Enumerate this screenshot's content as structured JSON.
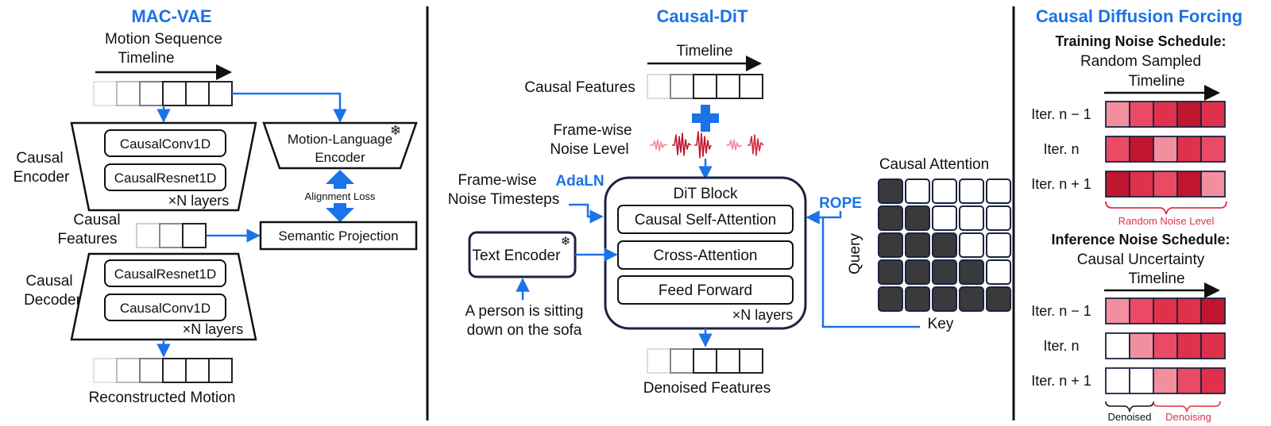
{
  "colors": {
    "accent_blue": "#1a73e8",
    "noise_red": "#e0314a",
    "dark_cell": "#3a3a3c",
    "heat_levels": [
      "#ffffff",
      "#f8c4cc",
      "#f28f9e",
      "#ea4a63",
      "#e0314a",
      "#c0162f"
    ]
  },
  "mac_vae": {
    "title": "MAC-VAE",
    "input_label_line1": "Motion Sequence",
    "input_label_line2": "Timeline",
    "encoder_label_line1": "Causal",
    "encoder_label_line2": "Encoder",
    "encoder_block1": "CausalConv1D",
    "encoder_block2": "CausalResnet1D",
    "encoder_layers": "×N layers",
    "mle_line1": "Motion-Language",
    "mle_line2": "Encoder",
    "frozen_icon": "snowflake-icon",
    "alignment_loss": "Alignment Loss",
    "features_label_line1": "Causal",
    "features_label_line2": "Features",
    "semantic_projection": "Semantic Projection",
    "decoder_label_line1": "Causal",
    "decoder_label_line2": "Decoder",
    "decoder_block1": "CausalResnet1D",
    "decoder_block2": "CausalConv1D",
    "decoder_layers": "×N layers",
    "output_label": "Reconstructed Motion"
  },
  "causal_dit": {
    "title": "Causal-DiT",
    "timeline": "Timeline",
    "causal_features": "Causal Features",
    "noise_level_line1": "Frame-wise",
    "noise_level_line2": "Noise Level",
    "timesteps_line1": "Frame-wise",
    "timesteps_line2": "Noise Timesteps",
    "adaln": "AdaLN",
    "dit_block_title": "DiT Block",
    "block_self_attention": "Causal Self-Attention",
    "block_cross_attention": "Cross-Attention",
    "block_feed_forward": "Feed Forward",
    "dit_layers": "×N layers",
    "text_encoder": "Text Encoder",
    "prompt_line1": "A person is sitting",
    "prompt_line2": "down on the sofa",
    "denoised_features": "Denoised Features",
    "rope": "ROPE",
    "attention_title": "Causal Attention",
    "query_label": "Query",
    "key_label": "Key"
  },
  "forcing": {
    "title": "Causal Diffusion Forcing",
    "training_title": "Training Noise Schedule:",
    "training_subtitle": "Random Sampled",
    "training_timeline": "Timeline",
    "training_rows": [
      {
        "label": "Iter. n − 1",
        "levels": [
          2,
          3,
          4,
          5,
          4
        ]
      },
      {
        "label": "Iter. n",
        "levels": [
          3,
          5,
          2,
          4,
          3
        ]
      },
      {
        "label": "Iter. n + 1",
        "levels": [
          5,
          4,
          3,
          5,
          2
        ]
      }
    ],
    "random_noise_level": "Random Noise Level",
    "inference_title": "Inference Noise Schedule:",
    "inference_subtitle": "Causal Uncertainty",
    "inference_timeline": "Timeline",
    "inference_rows": [
      {
        "label": "Iter. n − 1",
        "levels": [
          2,
          3,
          4,
          4,
          5
        ]
      },
      {
        "label": "Iter. n",
        "levels": [
          0,
          2,
          3,
          4,
          4
        ]
      },
      {
        "label": "Iter. n + 1",
        "levels": [
          0,
          0,
          2,
          3,
          4
        ]
      }
    ],
    "denoised_label": "Denoised",
    "denoising_label": "Denoising"
  }
}
